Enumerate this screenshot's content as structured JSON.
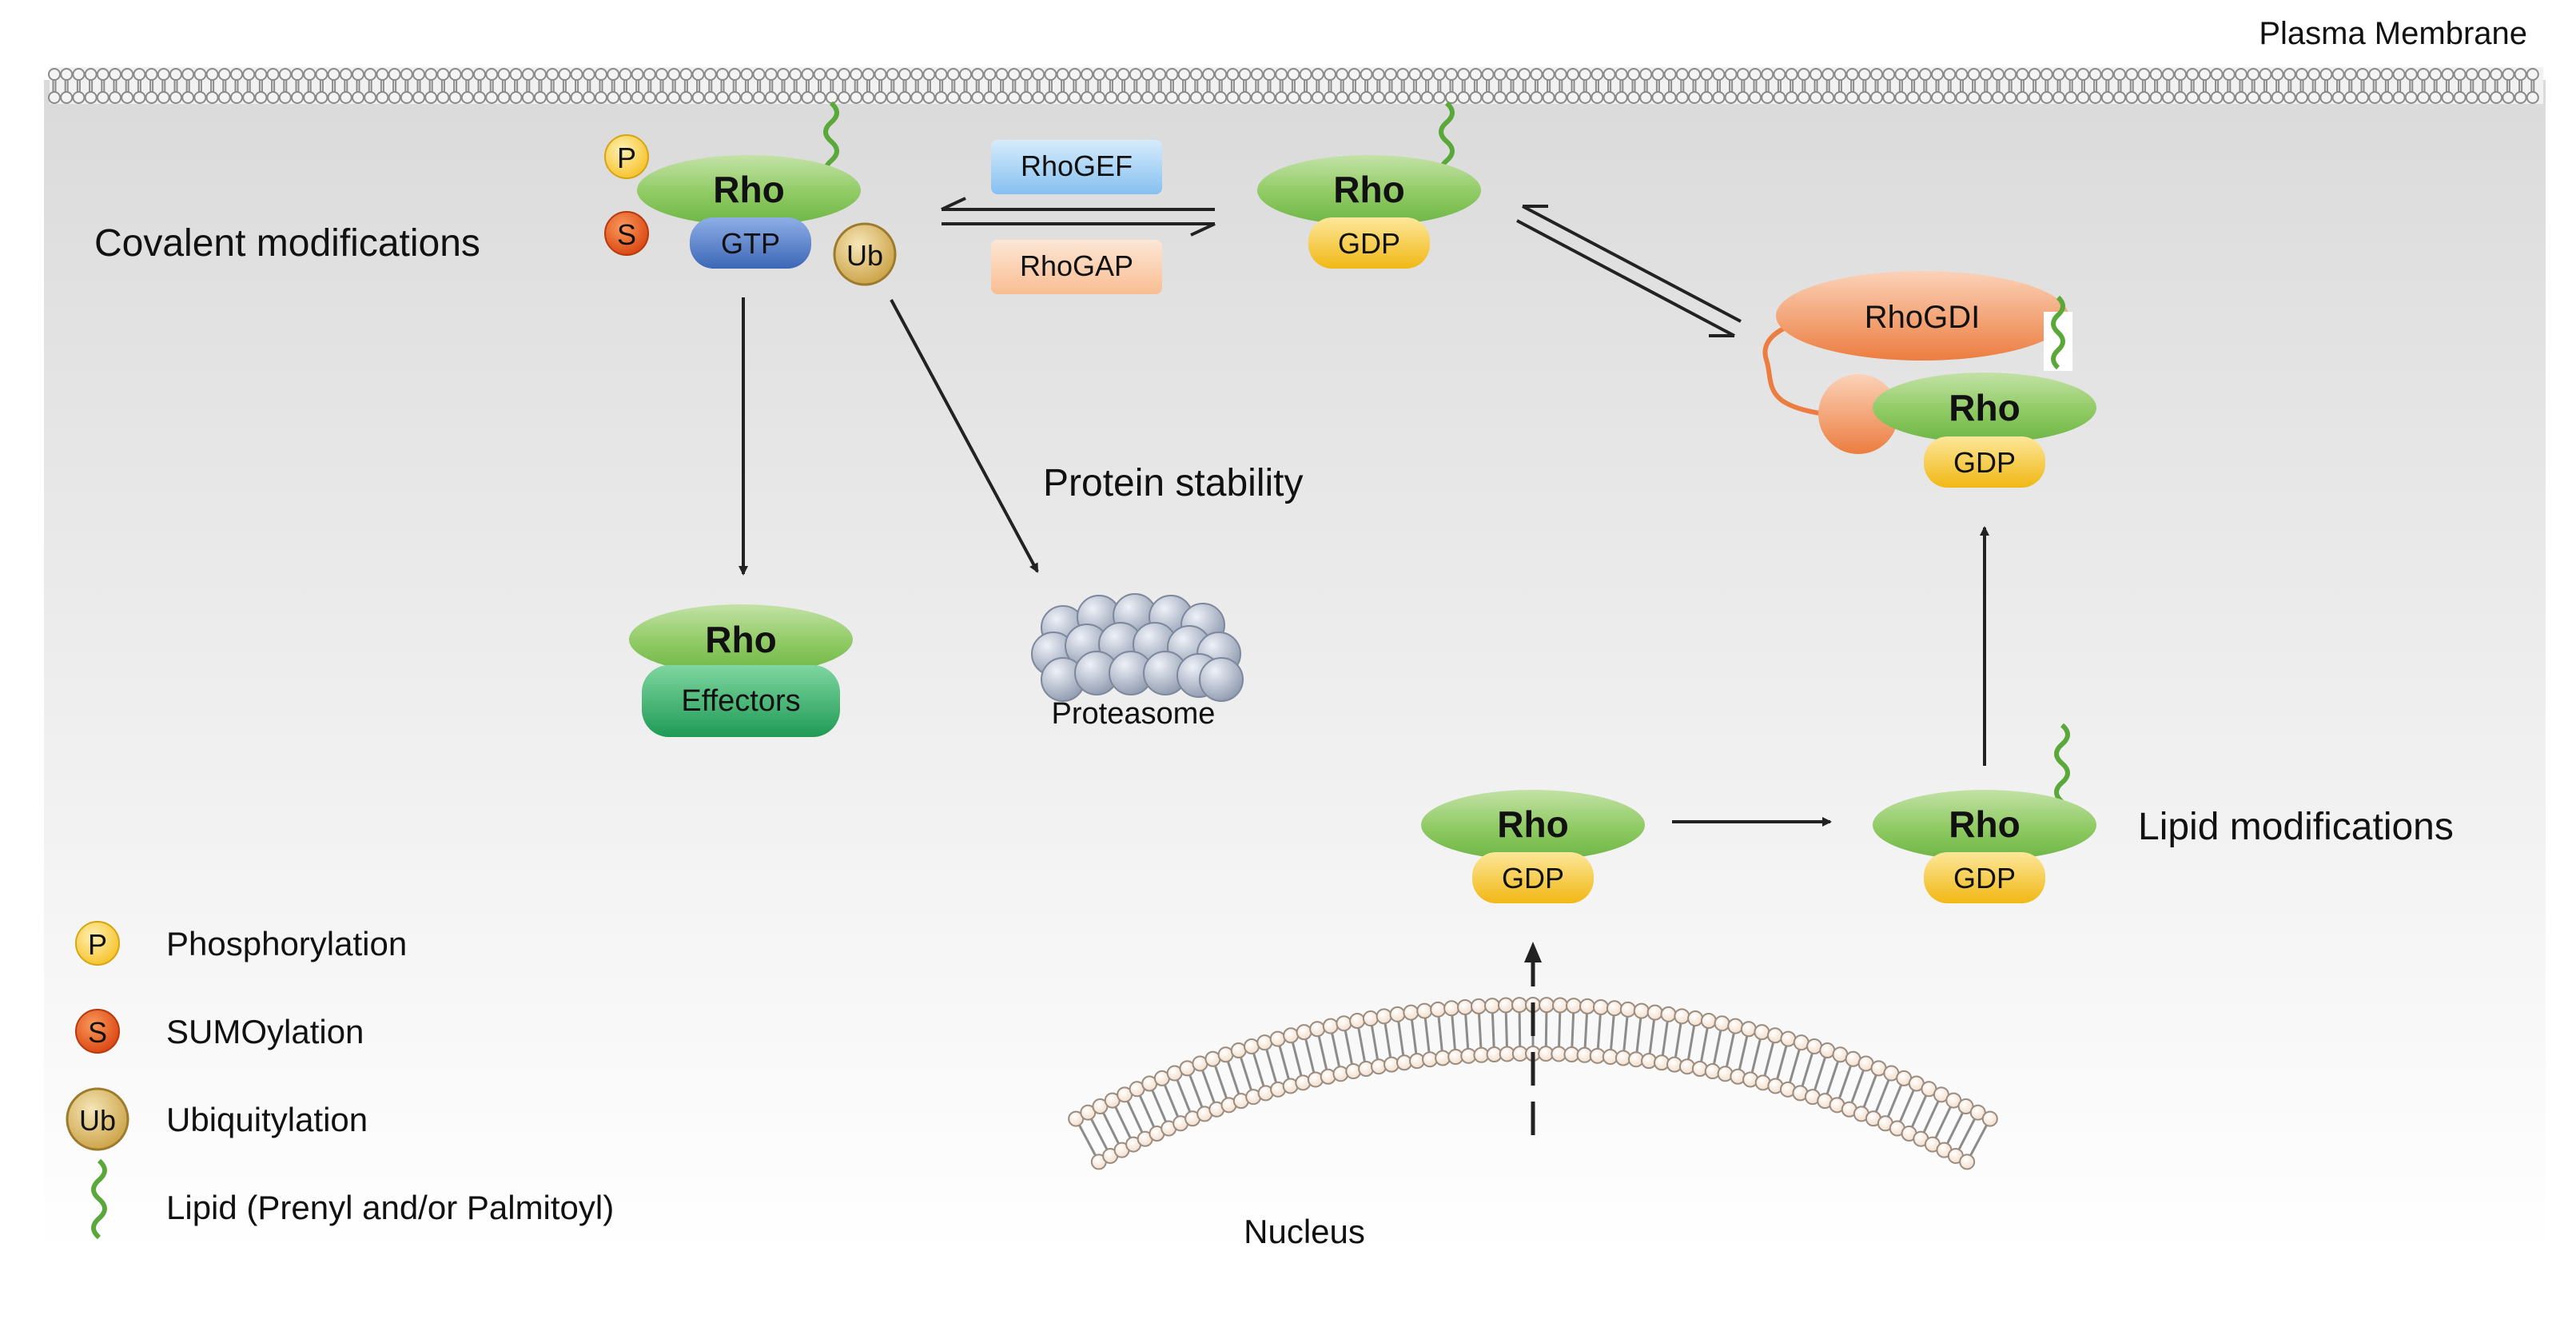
{
  "labels": {
    "plasma_membrane": "Plasma Membrane",
    "covalent_modifications": "Covalent modifications",
    "protein_stability": "Protein stability",
    "lipid_modifications": "Lipid modifications",
    "proteasome": "Proteasome",
    "nucleus": "Nucleus"
  },
  "nodes": {
    "rho_gtp": {
      "rho": "Rho",
      "nucleotide": "GTP",
      "p": "P",
      "s": "S",
      "ub": "Ub"
    },
    "rho_gdp_membrane": {
      "rho": "Rho",
      "nucleotide": "GDP"
    },
    "rhogef": "RhoGEF",
    "rhogap": "RhoGAP",
    "rhogdi_complex": {
      "gdi": "RhoGDI",
      "rho": "Rho",
      "nucleotide": "GDP"
    },
    "rho_effectors": {
      "rho": "Rho",
      "effectors": "Effectors"
    },
    "rho_gdp_cytosol": {
      "rho": "Rho",
      "nucleotide": "GDP"
    },
    "rho_gdp_lipid": {
      "rho": "Rho",
      "nucleotide": "GDP"
    }
  },
  "legend": [
    {
      "symbol": "P",
      "label": "Phosphorylation",
      "icon": "p-badge-icon"
    },
    {
      "symbol": "S",
      "label": "SUMOylation",
      "icon": "s-badge-icon"
    },
    {
      "symbol": "Ub",
      "label": "Ubiquitylation",
      "icon": "ub-badge-icon"
    },
    {
      "symbol": "",
      "label": "Lipid (Prenyl and/or Palmitoyl)",
      "icon": "lipid-squiggle-icon"
    }
  ],
  "colors": {
    "rho_green": "#7cbf4e",
    "gtp_blue": "#4a77c4",
    "gdp_yellow": "#f3be1c",
    "effectors_green": "#27a660",
    "rhogdi_orange": "#ef8a4f",
    "rhogef_blue": "#a9d3f5",
    "rhogap_peach": "#fbd4b4",
    "sumo_red": "#e4511d",
    "phospho_yellow": "#f7cd3e",
    "ub_gold": "#d1a94c",
    "lipid_green": "#5aa83a"
  }
}
